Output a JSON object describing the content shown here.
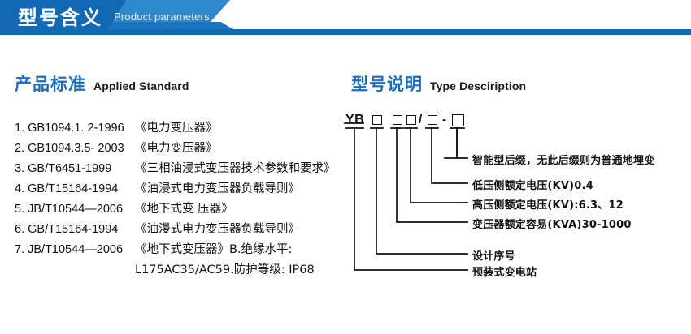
{
  "banner": {
    "title_cn": "型号含义",
    "title_en": "Product parameters",
    "color_dark": "#1268b3",
    "color_mid": "#1b74be",
    "color_light": "#2f87cc",
    "color_bar": "#0c6cb4"
  },
  "sections": {
    "left": {
      "title_cn": "产品标准",
      "title_en": "Applied Standard"
    },
    "right": {
      "title_cn": "型号说明",
      "title_en": "Type Desciription"
    }
  },
  "standards": [
    {
      "index": "1.",
      "code": "GB1094.1. 2-1996",
      "name": "《电力变压器》"
    },
    {
      "index": "2.",
      "code": "GB1094.3.5- 2003",
      "name": "《电力变压器》"
    },
    {
      "index": "3.",
      "code": "GB/T6451-1999",
      "name": "《三相油浸式变压器技术参数和要求》"
    },
    {
      "index": "4.",
      "code": "GB/T15164-1994",
      "name": "《油浸式电力变压器负载导则》"
    },
    {
      "index": "5.",
      "code": "JB/T10544—2006",
      "name": "《地下式变 压器》"
    },
    {
      "index": "6.",
      "code": "GB/T15164-1994",
      "name": "《油漫式电力变压器负载导则》"
    },
    {
      "index": "7.",
      "code": "JB/T10544—2006",
      "name": "《地下式变压器》B.绝缘水平:"
    }
  ],
  "standards_continuation": "L175AC35/AC59.防护等级: IP68",
  "model_code": {
    "prefix": "YB",
    "separator_slash": "/",
    "separator_dash": "-"
  },
  "callouts": [
    {
      "id": "smart-suffix",
      "text": "智能型后缀，无此后缀则为普通地埋变"
    },
    {
      "id": "lv-rated-voltage",
      "text": "低压侧额定电压(KV)0.4"
    },
    {
      "id": "hv-rated-voltage",
      "text": "高压侧额定电压(KV):6.3、12"
    },
    {
      "id": "rated-capacity",
      "text": "变压器额定容易(KVA)30-1000"
    },
    {
      "id": "design-serial",
      "text": "设计序号"
    },
    {
      "id": "prefab-substation",
      "text": "预装式变电站"
    }
  ]
}
